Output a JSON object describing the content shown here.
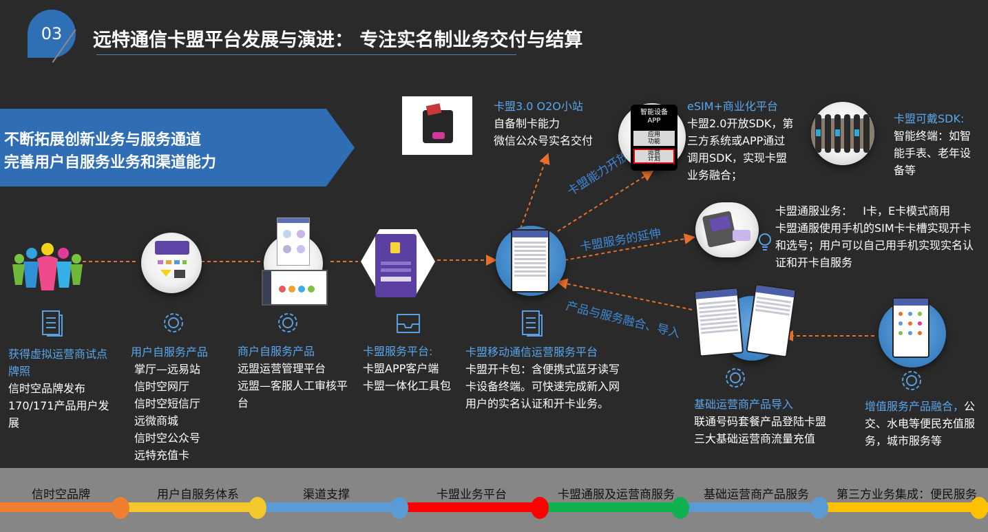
{
  "header": {
    "section_number": "03",
    "title": "远特通信卡盟平台发展与演进：  专注实名制业务交付与结算"
  },
  "banner": {
    "line1": "不断拓展创新业务与服务通道",
    "line2": "完善用户自服务业务和渠道能力"
  },
  "nodes": {
    "n1": {
      "title_l1": "获得虚拟运营商试点",
      "title_l2": "牌照",
      "lines": [
        "信时空品牌发布",
        "170/171产品用户发",
        "展"
      ]
    },
    "n2": {
      "title": "用户自服务产品",
      "lines": [
        "掌厅—远易站",
        "信时空网厅",
        "信时空短信厅",
        "远微商城",
        "信时空公众号",
        "远特充值卡"
      ]
    },
    "n3": {
      "title": "商户自服务产品",
      "lines": [
        "远盟运营管理平台",
        "远盟—客服人工审核平",
        "台"
      ]
    },
    "n4": {
      "title": "卡盟服务平台:",
      "lines": [
        "卡盟APP客户端",
        "卡盟一体化工具包"
      ]
    },
    "n5": {
      "title": "卡盟移动通信运营服务平台",
      "lines": [
        "卡盟开卡包：含便携式蓝牙读写",
        "卡设备终端。可快速完成新入网",
        "用户的实名认证和开卡业务。"
      ]
    }
  },
  "o2o": {
    "title": "卡盟3.0 O2O小站",
    "lines": [
      "自备制卡能力",
      "微信公众号实名交付"
    ]
  },
  "esim": {
    "app_lines": [
      "智能设备",
      "APP",
      "应用",
      "功能",
      "运营",
      "计划"
    ],
    "title": "eSIM+商业化平台",
    "lines": [
      "卡盟2.0开放SDK，第",
      "三方系统或APP通过",
      "调用SDK，实现卡盟",
      "业务融合；"
    ]
  },
  "wearable": {
    "title": "卡盟可戴SDK:",
    "lines": [
      "智能终端：如智",
      "能手表、老年设",
      "备等"
    ]
  },
  "tongfu": {
    "lines": [
      "卡盟通服业务：   I卡，E卡模式商用",
      "卡盟通服使用手机的SIM卡卡槽实现开卡",
      "和选号；用户可以自己用手机实现实名认",
      "证和开卡自服务"
    ]
  },
  "basic": {
    "title": "基础运营商产品导入",
    "lines": [
      "联通号码套餐产品登陆卡盟",
      "三大基础运营商流量充值"
    ]
  },
  "value_added": {
    "title": "增值服务产品融合，",
    "title_tail": "公",
    "lines": [
      "交、水电等便民充值服",
      "务，城市服务等"
    ]
  },
  "arrows": {
    "open": "卡盟能力开放",
    "extend": "卡盟服务的延伸",
    "merge": "产品与服务融合、导入"
  },
  "timeline": {
    "stages": [
      "信时空品牌",
      "用户自服务体系",
      "渠道支撑",
      "卡盟业务平台",
      "卡盟通服及运营商服务",
      "基础运营商产品服务",
      "第三方业务集成：便民服务"
    ],
    "colors": [
      "#f08030",
      "#f4c82a",
      "#5b9bd5",
      "#ff0000",
      "#11b050",
      "#5b9bd5",
      "#ffc000"
    ]
  },
  "colors": {
    "accent_blue": "#2f6db5",
    "title_blue": "#5aa6ea",
    "arrow_orange": "#e8702a",
    "background": "#2a2a2b"
  }
}
